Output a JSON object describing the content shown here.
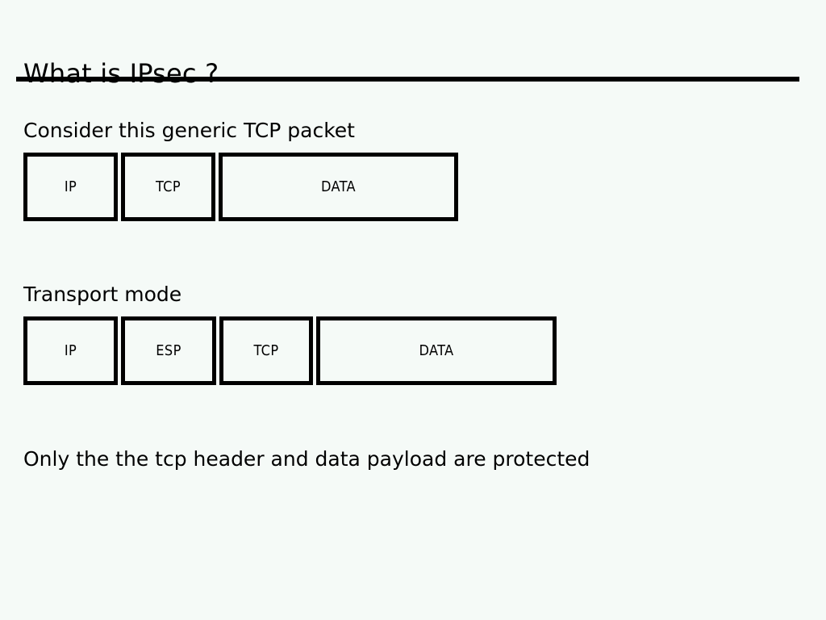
{
  "slide": {
    "title": "What is IPsec ?",
    "background_color": "#f5faf7",
    "ink_color": "#000000"
  },
  "sections": {
    "generic_packet": {
      "caption": "Consider this generic TCP packet",
      "diagram": {
        "name": "generic-tcp-packet",
        "fields": [
          {
            "label": "IP"
          },
          {
            "label": "TCP"
          },
          {
            "label": "DATA"
          }
        ]
      }
    },
    "transport_mode": {
      "caption": "Transport mode",
      "diagram": {
        "name": "transport-mode-packet",
        "fields": [
          {
            "label": "IP"
          },
          {
            "label": "ESP"
          },
          {
            "label": "TCP"
          },
          {
            "label": "DATA"
          }
        ]
      }
    },
    "note": {
      "text": "Only the the tcp header and data payload are protected"
    }
  }
}
